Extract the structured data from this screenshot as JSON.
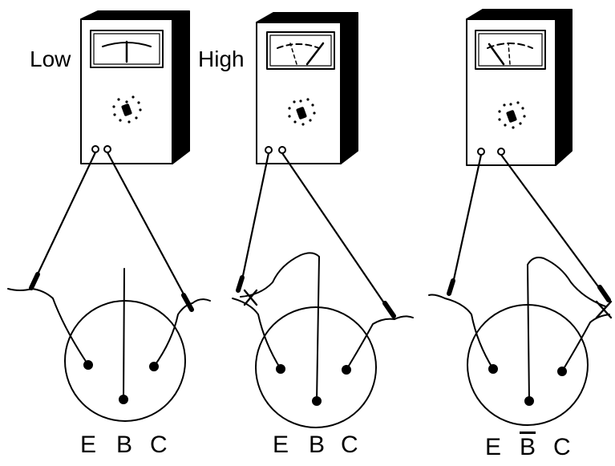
{
  "meter_labels": {
    "low": "Low",
    "high": "High"
  },
  "transistors": [
    {
      "pins": {
        "e": "E",
        "b": "B",
        "c": "C"
      }
    },
    {
      "pins": {
        "e": "E",
        "b": "B",
        "c": "C"
      }
    },
    {
      "pins": {
        "e": "E",
        "b": "B",
        "c": "C"
      }
    }
  ]
}
